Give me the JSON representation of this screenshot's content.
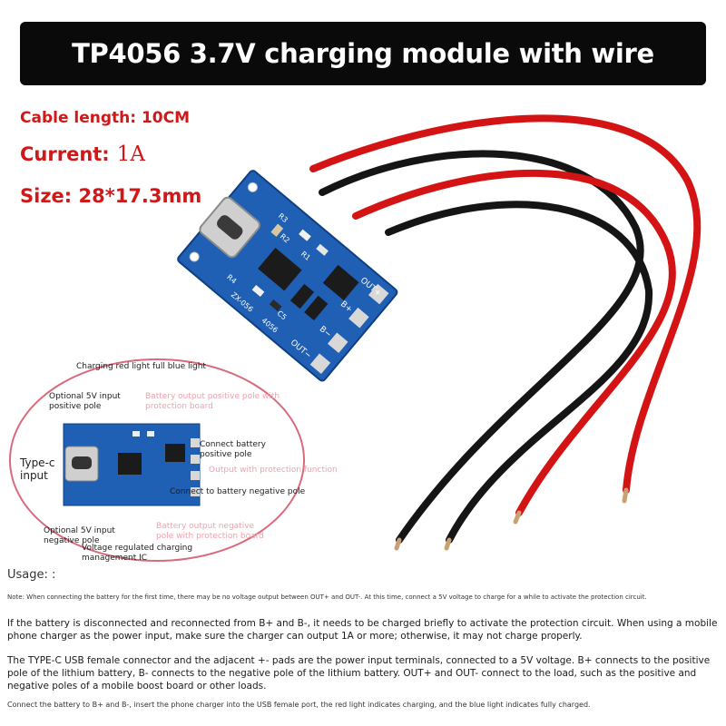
{
  "header": {
    "title": "TP4056 3.7V charging module with wire"
  },
  "specs": {
    "cable_length": "Cable length: 10CM",
    "current_label": "Current:",
    "current_value": "1A",
    "size": "Size: 28*17.3mm"
  },
  "board_labels": {
    "out_plus": "OUT+",
    "b_plus": "B+",
    "b_minus": "B−",
    "out_minus": "OUT−",
    "r3": "R3",
    "r2": "R2",
    "r1": "R1",
    "c5": "C5",
    "r4": "R4",
    "model": "ZX-056",
    "chip": "4056"
  },
  "diagram": {
    "charging_light": "Charging red light full blue light",
    "optional_5v_pos": "Optional 5V input positive pole",
    "battery_pos": "Battery output positive pole with protection board",
    "connect_battery": "Connect battery positive pole",
    "typec": "Type-c input",
    "output_protection": "Output with protection function",
    "connect_battery_neg": "Connect to battery negative pole",
    "optional_5v_neg": "Optional 5V input negative pole",
    "battery_neg": "Battery output negative pole with protection board",
    "voltage_regulated": "Voltage regulated charging management IC"
  },
  "text": {
    "usage": "Usage:       :",
    "note": "Note: When connecting the battery for the first time, there may be no voltage output between OUT+ and OUT-. At this time, connect a 5V voltage to charge for a while to activate the protection circuit.",
    "p1": "If the battery is disconnected and reconnected from B+ and B-, it needs to be charged briefly to activate the protection circuit. When using a mobile phone charger as the power input, make sure the charger can output 1A or more; otherwise, it may not charge properly.",
    "p2": "The TYPE-C USB female connector and the adjacent +- pads are the power input terminals, connected to a 5V voltage. B+ connects to the positive pole of the lithium battery, B- connects to the negative pole of the lithium battery. OUT+ and OUT- connect to the load, such as the positive and negative poles of a mobile boost board or other loads.",
    "p3": "Connect the battery to B+ and B-, insert the phone charger into the USB female port, the red light indicates charging, and the blue light indicates fully charged."
  },
  "colors": {
    "title_bg": "#0a0a0a",
    "spec_red": "#d01818",
    "pcb_blue": "#1f5fb4",
    "wire_red": "#d41414",
    "wire_black": "#151515"
  }
}
